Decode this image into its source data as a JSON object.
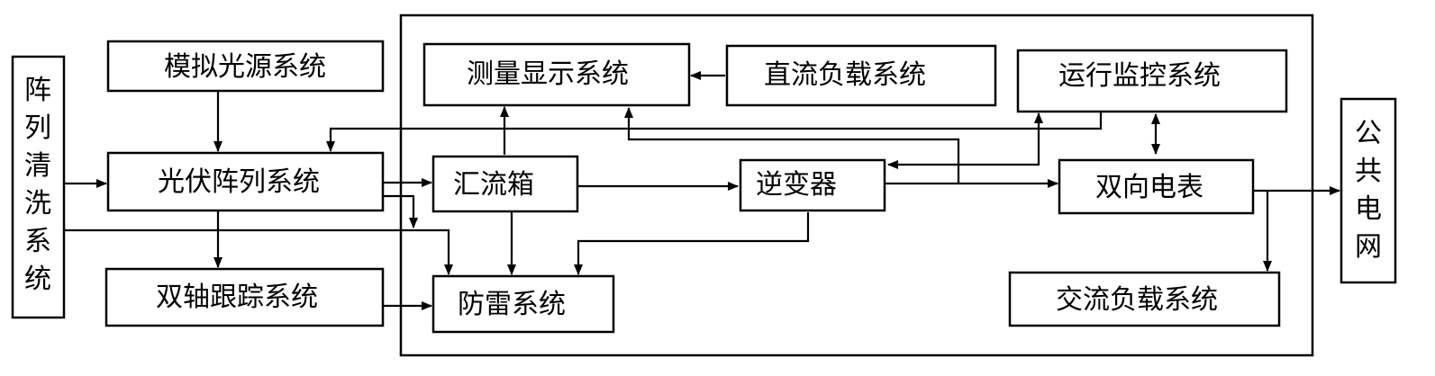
{
  "nodes": {
    "moni_guangyuan": "模拟光源系统",
    "celiang_xianshi": "测量显示系统",
    "zhiliu_fuzai": "直流负载系统",
    "yunxing_jiankong": "运行监控系统",
    "guangfu_zhenlie": "光伏阵列系统",
    "huiliuxiang": "汇流箱",
    "nibianqi": "逆变器",
    "shuangxiang_dianbiao": "双向电表",
    "shuangzhou_genzong": "双轴跟踪系统",
    "fanglei": "防雷系统",
    "jiaoliu_fuzai": "交流负载系统",
    "zhenlie_qingxi": [
      "阵",
      "列",
      "清",
      "洗",
      "系",
      "统"
    ],
    "gonggong_dianwang": [
      "公",
      "共",
      "电",
      "网"
    ]
  },
  "colors": {
    "stroke": "#000000",
    "fill": "#ffffff",
    "text": "#000000"
  }
}
